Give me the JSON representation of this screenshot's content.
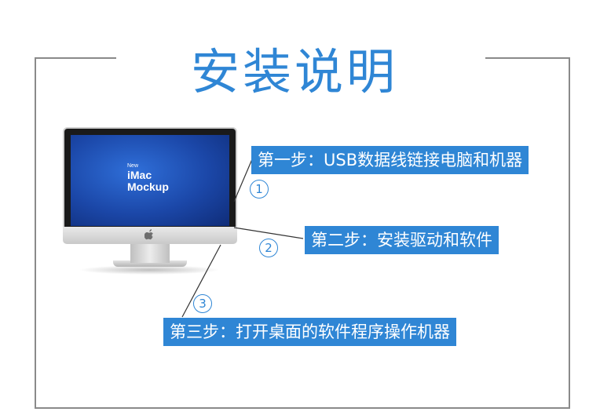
{
  "title": "安装说明",
  "screen": {
    "line1": "New",
    "line2": "iMac",
    "line3": "Mockup"
  },
  "steps": [
    {
      "number": "1",
      "label": "第一步：USB数据线链接电脑和机器"
    },
    {
      "number": "2",
      "label": "第二步：安装驱动和软件"
    },
    {
      "number": "3",
      "label": "第三步：打开桌面的软件程序操作机器"
    }
  ],
  "colors": {
    "accent": "#2f86d5",
    "frame": "#8a8a8a"
  },
  "icons": {
    "logo": "apple-icon"
  }
}
